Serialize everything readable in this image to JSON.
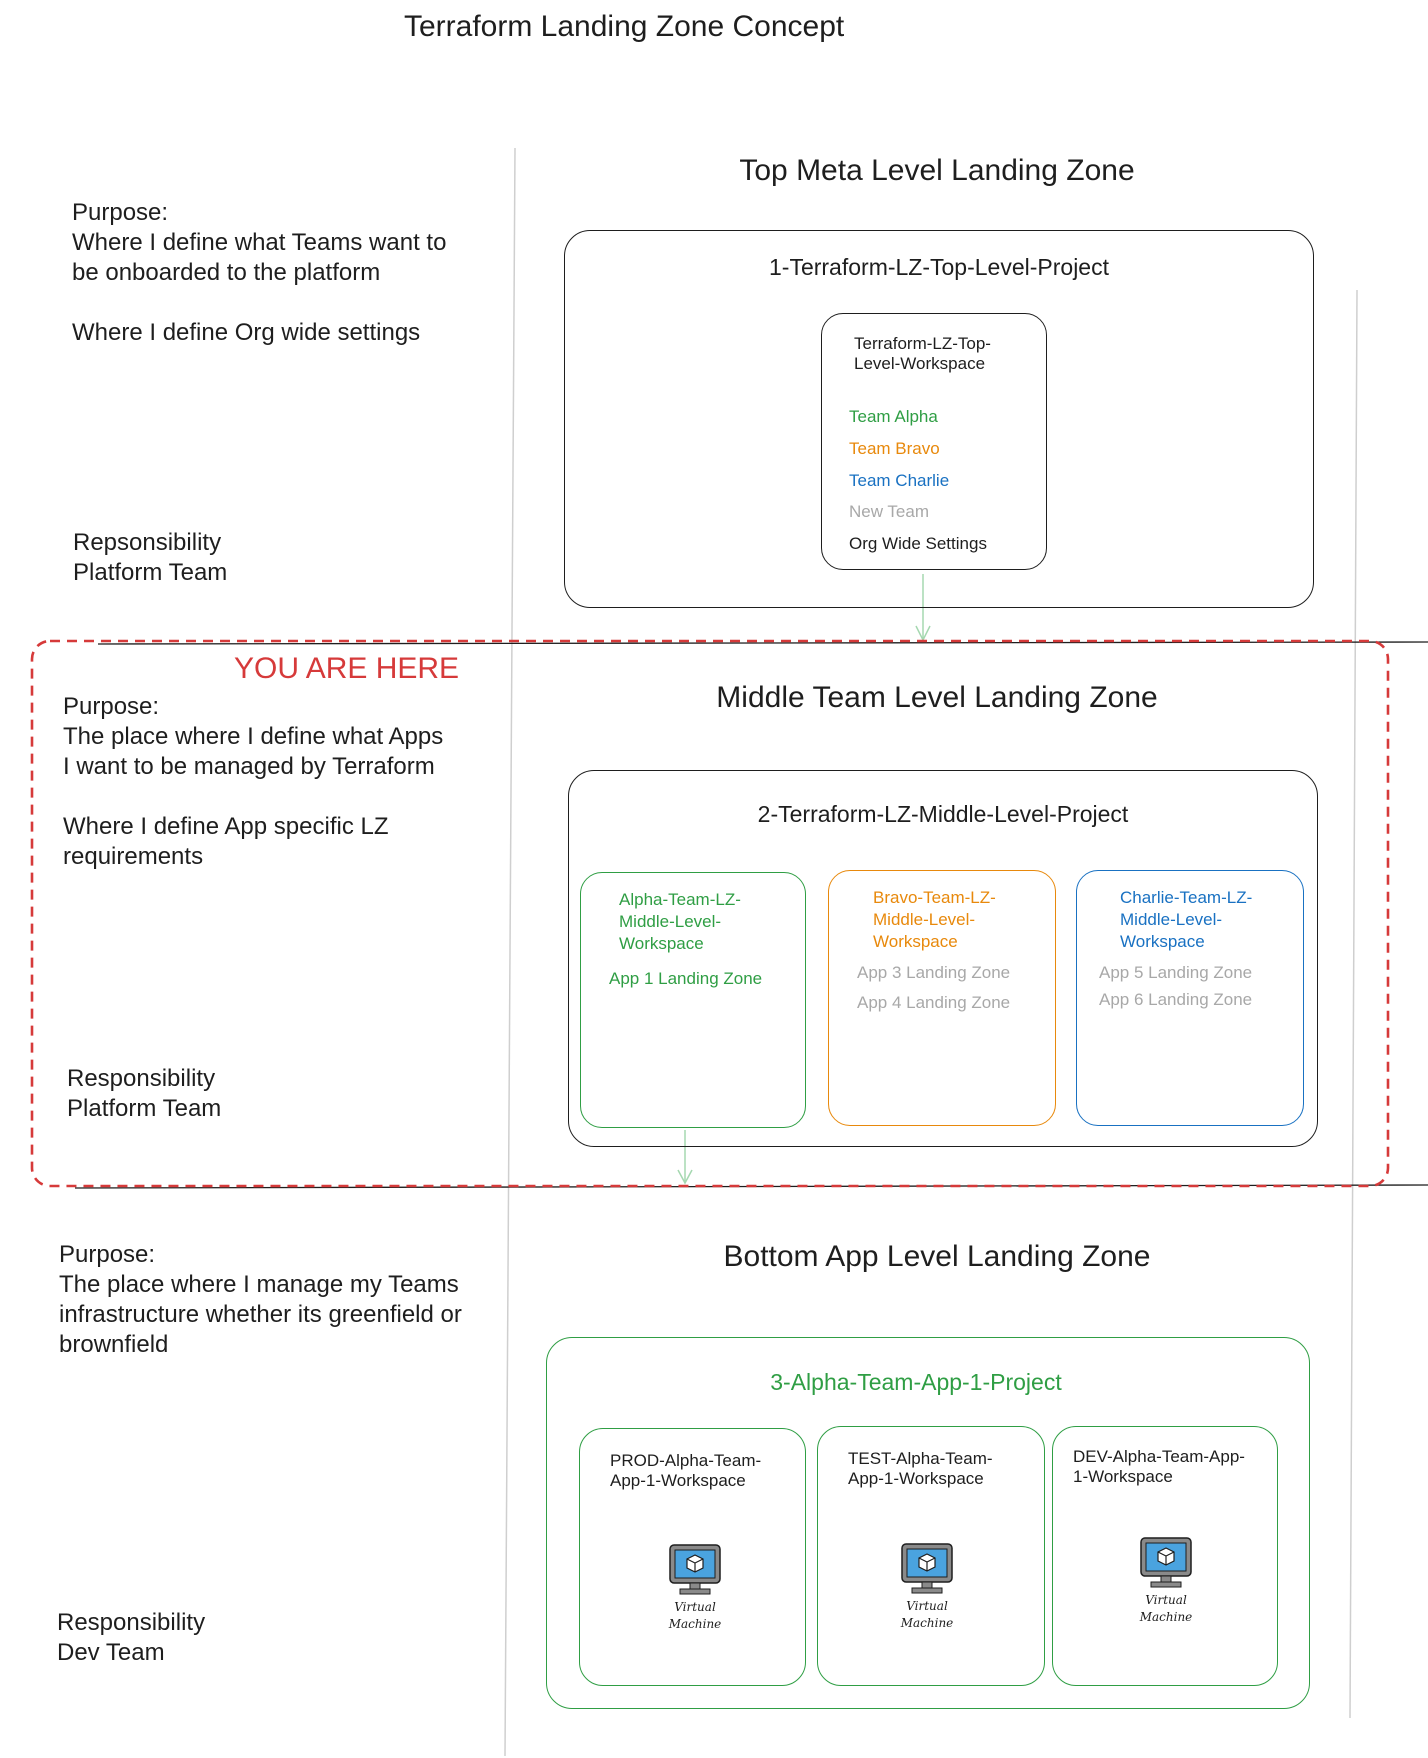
{
  "title": "Terraform Landing Zone Concept",
  "here_label": "YOU ARE HERE",
  "top": {
    "zone_title": "Top Meta Level Landing Zone",
    "purpose": "Purpose:\nWhere I define what Teams want to\nbe onboarded to the platform\n\nWhere I define Org wide settings",
    "responsibility": "Repsonsibility\nPlatform Team",
    "project": "1-Terraform-LZ-Top-Level-Project",
    "workspace": {
      "name": "Terraform-LZ-Top-\nLevel-Workspace",
      "items": [
        "Team Alpha",
        "Team Bravo",
        "Team Charlie",
        "New Team",
        "Org Wide Settings"
      ]
    }
  },
  "middle": {
    "zone_title": "Middle Team Level Landing Zone",
    "purpose": "Purpose:\nThe place where I define what Apps\nI want to be managed by Terraform\n\nWhere I define App specific LZ\nrequirements",
    "responsibility": "Responsibility\nPlatform Team",
    "project": "2-Terraform-LZ-Middle-Level-Project",
    "workspaces": [
      {
        "name": "Alpha-Team-LZ-\nMiddle-Level-\nWorkspace",
        "apps": [
          "App 1 Landing Zone"
        ]
      },
      {
        "name": "Bravo-Team-LZ-\nMiddle-Level-\nWorkspace",
        "apps": [
          "App 3 Landing Zone",
          "App 4 Landing Zone"
        ]
      },
      {
        "name": "Charlie-Team-LZ-\nMiddle-Level-\nWorkspace",
        "apps": [
          "App 5 Landing Zone",
          "App 6 Landing Zone"
        ]
      }
    ]
  },
  "bottom": {
    "zone_title": "Bottom App Level Landing Zone",
    "purpose": "Purpose:\nThe place where I manage my Teams\ninfrastructure whether its greenfield or\nbrownfield",
    "responsibility": "Responsibility\nDev Team",
    "project": "3-Alpha-Team-App-1-Project",
    "workspaces": [
      {
        "name": "PROD-Alpha-Team-\nApp-1-Workspace",
        "vm_label": "Virtual\nMachine"
      },
      {
        "name": "TEST-Alpha-Team-\nApp-1-Workspace",
        "vm_label": "Virtual\nMachine"
      },
      {
        "name": "DEV-Alpha-Team-App-\n1-Workspace",
        "vm_label": "Virtual\nMachine"
      }
    ]
  },
  "colors": {
    "green": "#2f9e44",
    "orange": "#e8890c",
    "blue": "#1971c2",
    "grey": "#a8a8a8",
    "red": "#d63a3a",
    "vm_screen": "#4aa3df"
  },
  "icons": [
    "virtual-machine-icon"
  ]
}
